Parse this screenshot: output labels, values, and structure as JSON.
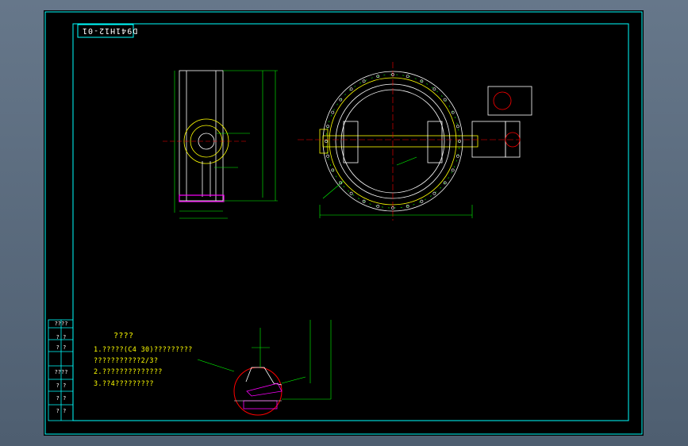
{
  "drawing": {
    "title_code": "D941H12-01",
    "left_column": [
      "????",
      "? ?",
      "? ?",
      "????",
      "? ?",
      "? ?",
      "? ?"
    ],
    "notes_heading": "????",
    "notes": [
      "1.?????(C4 30)?????????",
      "  ???????????2/3?",
      "2.??????????????",
      "3.??4?????????"
    ]
  },
  "colors": {
    "sheet_bg": "#000000",
    "frame": "#00ffff",
    "outline": "#ffffff",
    "dimension": "#00ff00",
    "centerline": "#ff0000",
    "hatch": "#ff00ff",
    "text_note": "#ffff00"
  }
}
